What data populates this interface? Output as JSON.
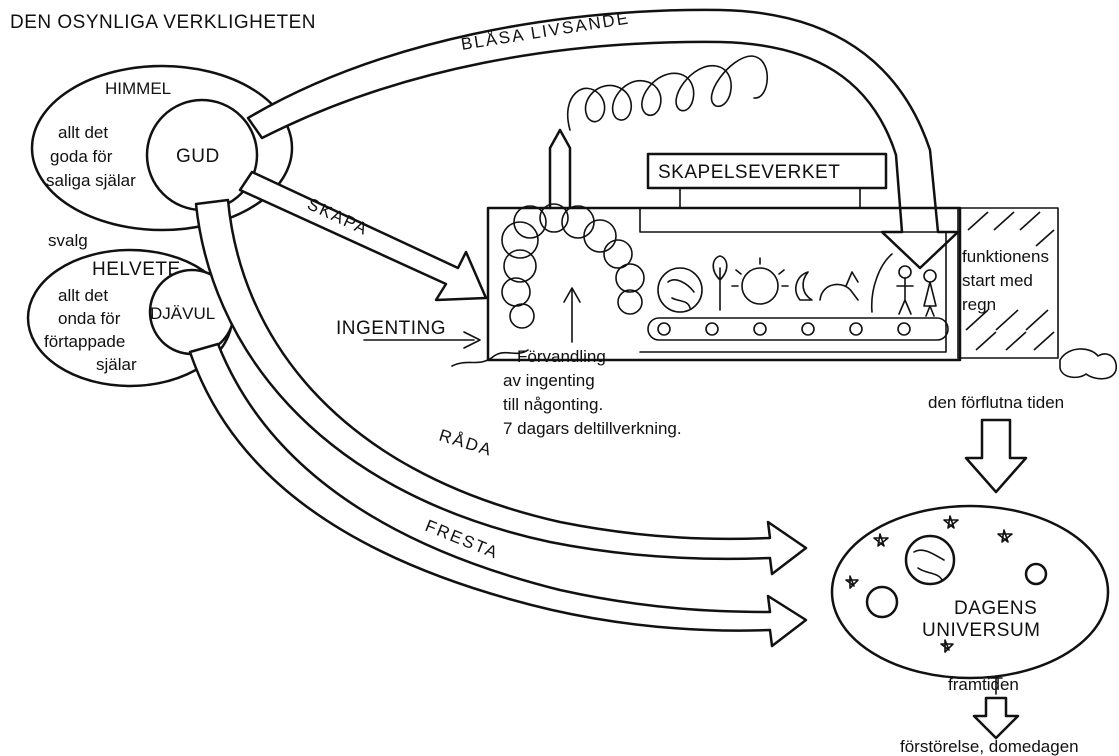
{
  "title": "DEN OSYNLIGA VERKLIGHETEN",
  "heaven": {
    "title": "HIMMEL",
    "desc": [
      "allt det",
      "goda för",
      "saliga själar"
    ],
    "center": "GUD"
  },
  "chasm": "svalg",
  "hell": {
    "title": "HELVETE",
    "desc": [
      "allt det",
      "onda för",
      "förtappade",
      "själar"
    ],
    "center": "DJÄVUL"
  },
  "arrows": {
    "breathe": "BLÅSA LIVSANDE",
    "create": "SKAPA",
    "rule": "RÅDA",
    "tempt": "FRESTA"
  },
  "factory": {
    "sign": "SKAPELSEVERKET",
    "input": "INGENTING",
    "process": [
      "Förvandling",
      "av ingenting",
      "till någonting.",
      "7 dagars deltillverkning."
    ],
    "rain": [
      "funktionens",
      "start med",
      "regn"
    ]
  },
  "time": {
    "past": "den förflutna tiden",
    "future": "framtiden",
    "end": "förstörelse, domedagen"
  },
  "universe": {
    "label": [
      "DAGENS",
      "UNIVERSUM"
    ]
  }
}
